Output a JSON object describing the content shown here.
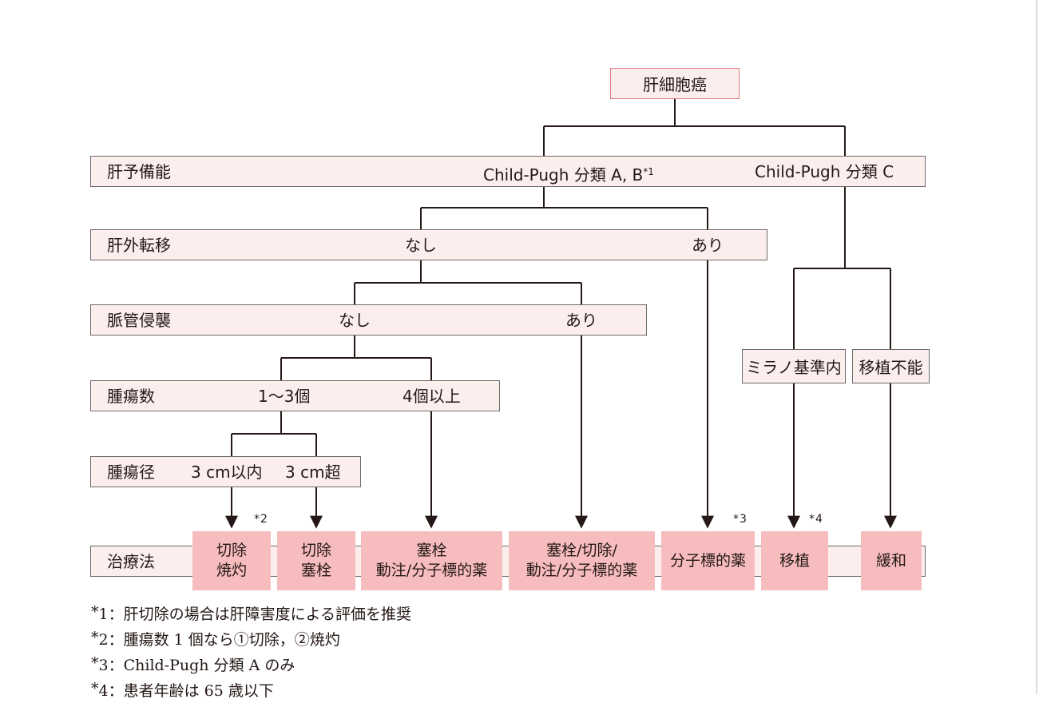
{
  "root": "肝細胞癌",
  "rows": {
    "liver_function": {
      "label": "肝予備能",
      "a": "Child-Pugh 分類 A, B",
      "a_mark": "*1",
      "c": "Child-Pugh 分類 C"
    },
    "metastasis": {
      "label": "肝外転移",
      "none": "なし",
      "present": "あり"
    },
    "vascular": {
      "label": "脈管侵襲",
      "none": "なし",
      "present": "あり"
    },
    "tumor_count": {
      "label": "腫瘍数",
      "few": "1〜3個",
      "many": "4個以上"
    },
    "tumor_size": {
      "label": "腫瘍径",
      "small": "3 cm以内",
      "large": "3 cm超"
    }
  },
  "transplant": {
    "within_milan": "ミラノ基準内",
    "not_possible": "移植不能"
  },
  "treatment": {
    "label": "治療法",
    "t1": [
      "切除",
      "焼灼"
    ],
    "t2": [
      "切除",
      "塞栓"
    ],
    "t3": [
      "塞栓",
      "動注/分子標的薬"
    ],
    "t4": [
      "塞栓/切除/",
      "動注/分子標的薬"
    ],
    "t5": "分子標的薬",
    "t6": "移植",
    "t7": "緩和"
  },
  "marks": {
    "m2": "*2",
    "m3": "*3",
    "m4": "*4"
  },
  "notes": [
    {
      "mark": "*",
      "text": "1：肝切除の場合は肝障害度による評価を推奨"
    },
    {
      "mark": "*",
      "text": "2：腫瘍数 1 個なら①切除，②焼灼"
    },
    {
      "mark": "*",
      "text": "3：Child-Pugh 分類 A のみ"
    },
    {
      "mark": "*",
      "text": "4：患者年齢は 65 歳以下"
    }
  ],
  "colors": {
    "treatment_fill": "#f7bcbe",
    "bar_fill": "#fdeeee",
    "root_border": "#e07a80"
  }
}
